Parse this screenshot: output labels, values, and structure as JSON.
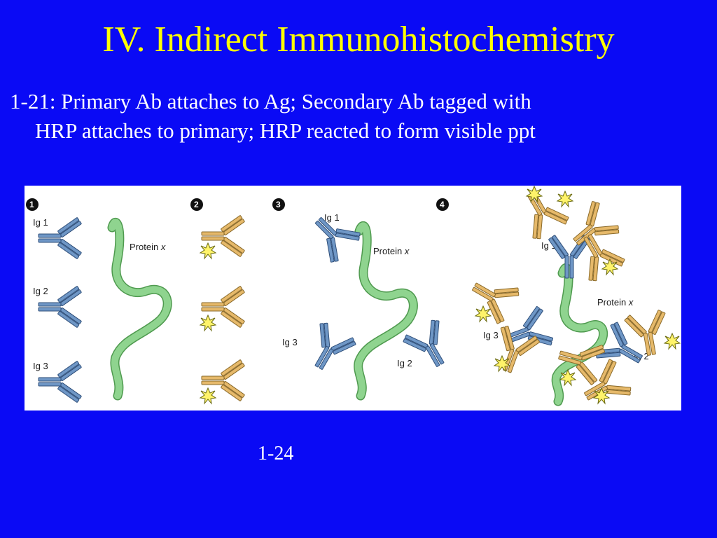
{
  "slide": {
    "title": "IV. Indirect Immunohistochemistry",
    "body_line1": "1-21: Primary Ab attaches to Ag; Secondary Ab tagged with",
    "body_line2": "HRP attaches to primary; HRP reacted to form visible ppt",
    "caption": "1-24"
  },
  "figure": {
    "steps": [
      "1",
      "2",
      "3",
      "4"
    ],
    "protein_label": "Protein",
    "protein_var": "x",
    "ig_labels": [
      "Ig 1",
      "Ig 2",
      "Ig 3"
    ],
    "colors": {
      "background": "#0a0af5",
      "title": "#ffff00",
      "primary_antibody": "#6f97c6",
      "secondary_antibody": "#e6b96a",
      "protein": "#8fd48f",
      "hrp": "#fff36a"
    }
  }
}
